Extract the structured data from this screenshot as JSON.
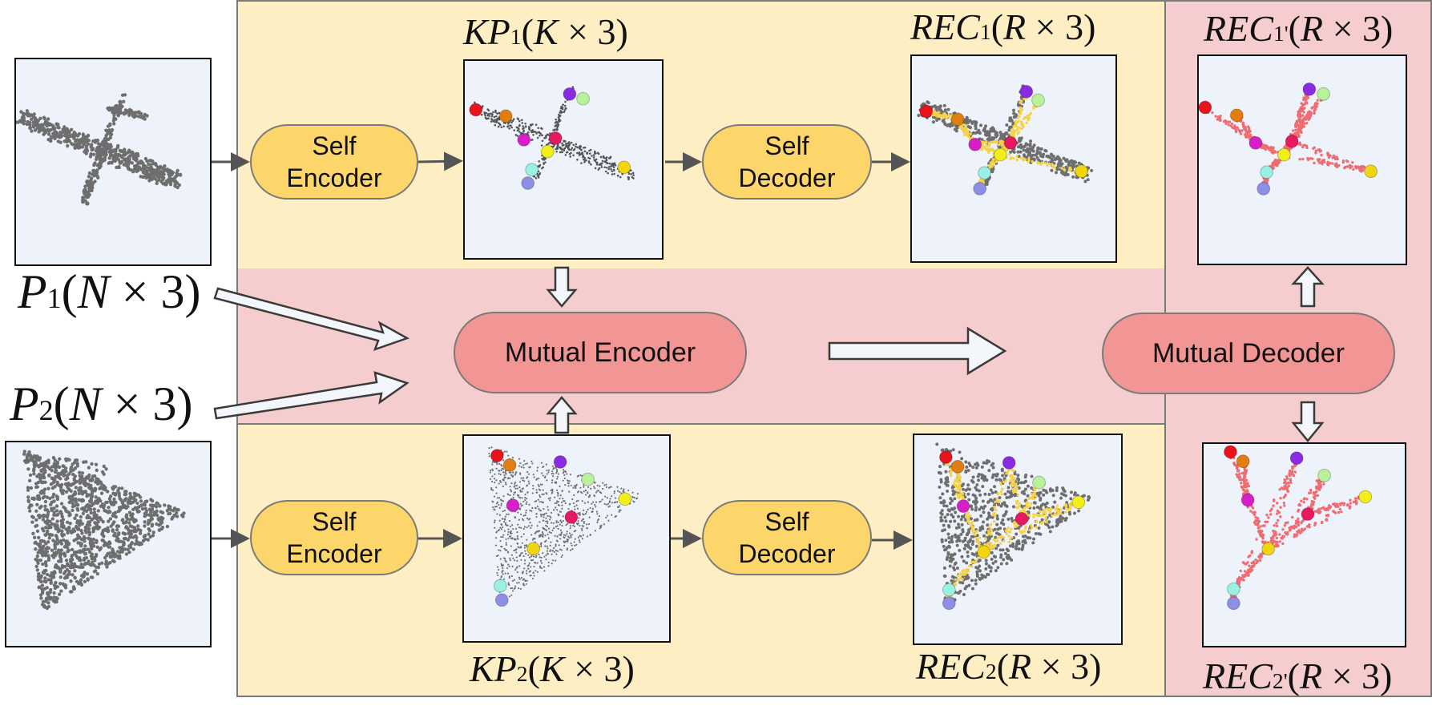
{
  "modules": {
    "self_encoder_label": "Self\nEncoder",
    "self_decoder_label": "Self\nDecoder",
    "mutual_encoder_label": "Mutual Encoder",
    "mutual_decoder_label": "Mutual Decoder"
  },
  "labels": {
    "p1": {
      "letter": "P",
      "sub": "1",
      "open": "(",
      "var": "N",
      "times": " × 3)"
    },
    "p2": {
      "letter": "P",
      "sub": "2",
      "open": "(",
      "var": "N",
      "times": " × 3)"
    },
    "kp1": {
      "letter": "KP",
      "sub": "1",
      "open": "(",
      "var": "K",
      "times": " × 3)"
    },
    "kp2": {
      "letter": "KP",
      "sub": "2",
      "open": "(",
      "var": "K",
      "times": " × 3)"
    },
    "rec1": {
      "letter": "REC",
      "sub": "1",
      "open": "(",
      "var": "R",
      "times": " × 3)"
    },
    "rec2": {
      "letter": "REC",
      "sub": "2",
      "open": "(",
      "var": "R",
      "times": " × 3)"
    },
    "rec1p": {
      "letter": "REC",
      "sub": "1'",
      "open": "(",
      "var": "R",
      "times": " × 3)"
    },
    "rec2p": {
      "letter": "REC",
      "sub": "2'",
      "open": "(",
      "var": "R",
      "times": " × 3)"
    }
  },
  "colors": {
    "self_region": "#fdeec4",
    "mutual_region": "#f6cdce",
    "self_module": "#fdd66b",
    "mutual_module": "#f29595",
    "panel_bg": "#eef3fb",
    "point_gray": "#6e6e6e",
    "skeleton_yellow": "#f5d24a",
    "skeleton_pink": "#ef6c72"
  },
  "keypoint_colors": [
    "#e8131b",
    "#e27d10",
    "#8a2be2",
    "#b9f29a",
    "#d61fc9",
    "#e8195f",
    "#f2ee1a",
    "#f2d60c",
    "#9af0e3",
    "#8d8fe6"
  ],
  "icons": [
    "airplane-pointcloud",
    "delta-wing-pointcloud",
    "keypoint-sphere",
    "flow-arrow",
    "hollow-arrow"
  ]
}
